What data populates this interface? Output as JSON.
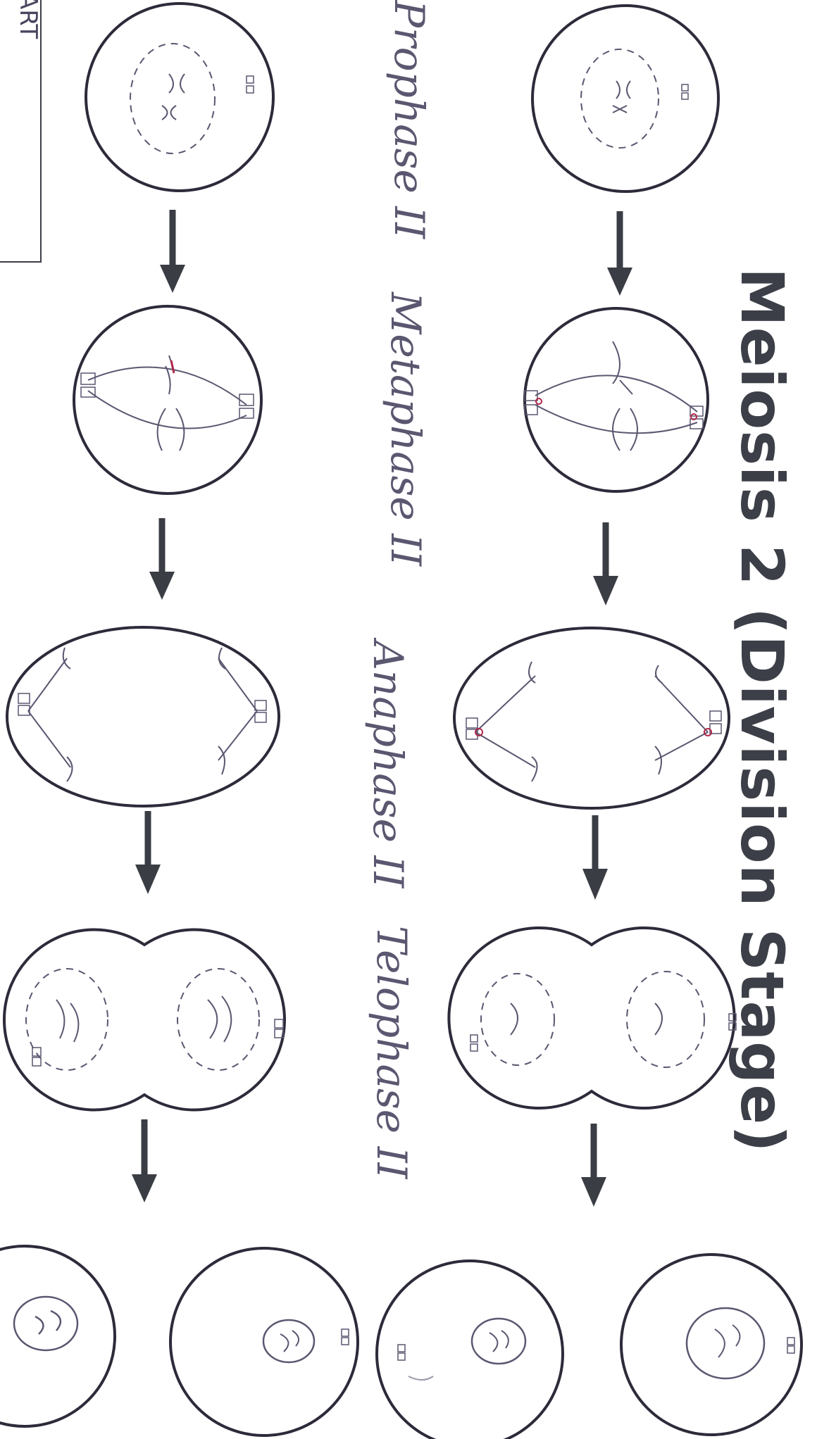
{
  "title": "Meiosis 2 (Division Stage)",
  "corner_label": "ART",
  "stages": [
    "Prophase II",
    "Metaphase II",
    "Anaphase II",
    "Telophase II"
  ],
  "colors": {
    "ink": "#3c3f47",
    "pencil": "#5a5770",
    "red_pencil": "#b0284a",
    "arrow": "#3a3d44"
  }
}
